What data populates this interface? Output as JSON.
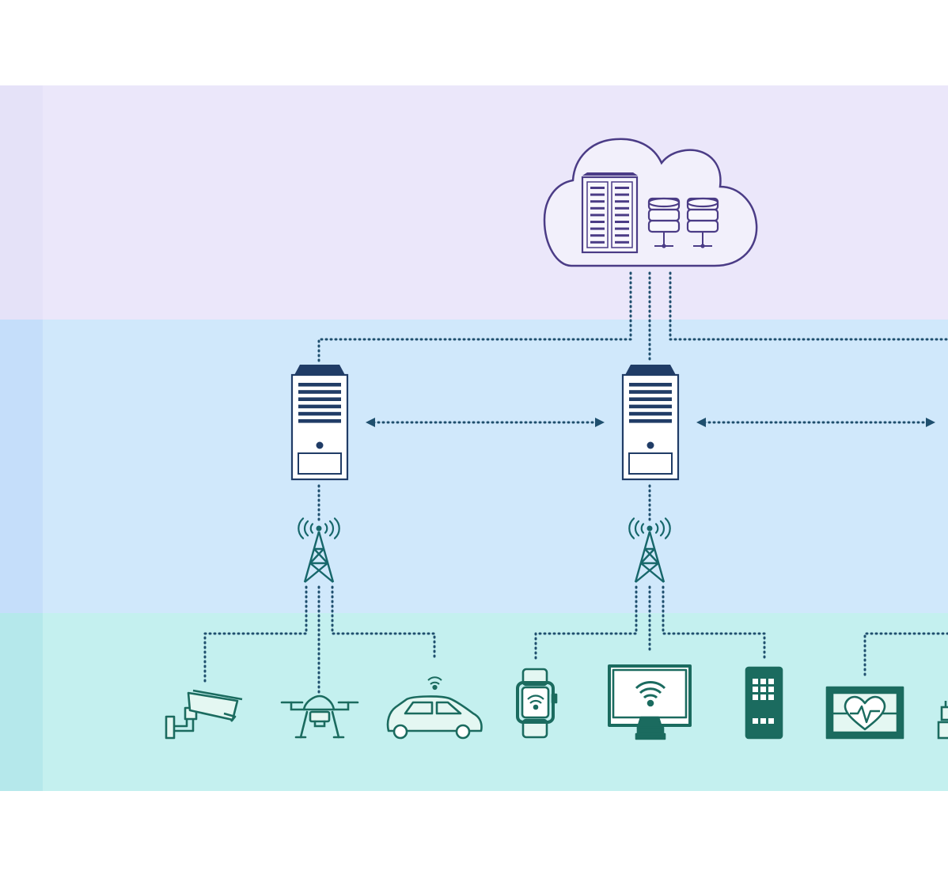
{
  "layers": [
    {
      "id": "cloud-layer",
      "label": "",
      "color": "#ebe7fa",
      "strip_color": "#e5e2f8"
    },
    {
      "id": "edge-layer",
      "label": "",
      "color": "#d0e8fb",
      "strip_color": "#c5defa"
    },
    {
      "id": "device-layer",
      "label": "",
      "color": "#c4f0ef",
      "strip_color": "#b5e8eb"
    }
  ],
  "colors": {
    "cloud_stroke": "#4b3c86",
    "cloud_fill": "#f2f0fb",
    "server_navy": "#203c66",
    "link_dots": "#1f4f6e",
    "tower_teal": "#17676b",
    "device_teal": "#1b6b5f",
    "device_light": "#e4f7f2"
  },
  "icons": {
    "cloud": "cloud-icon",
    "server_rack": "server-rack-icon",
    "database": "database-icon",
    "edge_server": "edge-server-icon",
    "cell_tower": "cell-tower-icon",
    "devices": [
      "security-camera-icon",
      "drone-icon",
      "connected-car-icon",
      "smartwatch-icon",
      "wifi-monitor-icon",
      "smartphone-icon",
      "heart-monitor-icon",
      "device-icon"
    ]
  }
}
